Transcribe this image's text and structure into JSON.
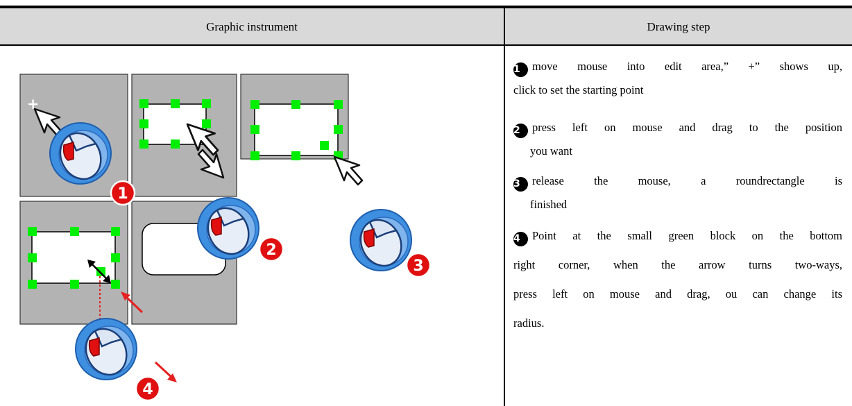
{
  "table": {
    "header": {
      "col1": "Graphic instrument",
      "col2": "Drawing step"
    }
  },
  "figure": {
    "badges": [
      "1",
      "2",
      "3",
      "4"
    ],
    "cursor_plus": "+",
    "colors": {
      "panel_gray": "#b3b3b3",
      "handle_green": "#00ee00",
      "mouse_blue": "#4a90e2",
      "badge_red": "#e01010",
      "arrow_red": "#e52020"
    }
  },
  "steps": {
    "step1": {
      "marker": "1",
      "line1": "move mouse into edit area,” +” shows up,",
      "line2": "click to set the starting point"
    },
    "step2": {
      "marker": "2",
      "line1": "press left on mouse and drag to the position",
      "line2": "you want"
    },
    "step3": {
      "marker": "3",
      "line1": "release the mouse, a roundrectangle is",
      "line2": "finished"
    },
    "step4": {
      "marker": "4",
      "line1": "Point at the small green block on the bottom",
      "line2": "right corner, when the arrow turns two-ways,",
      "line3": "press left on mouse and drag, ou can change its",
      "line4": "radius."
    }
  }
}
